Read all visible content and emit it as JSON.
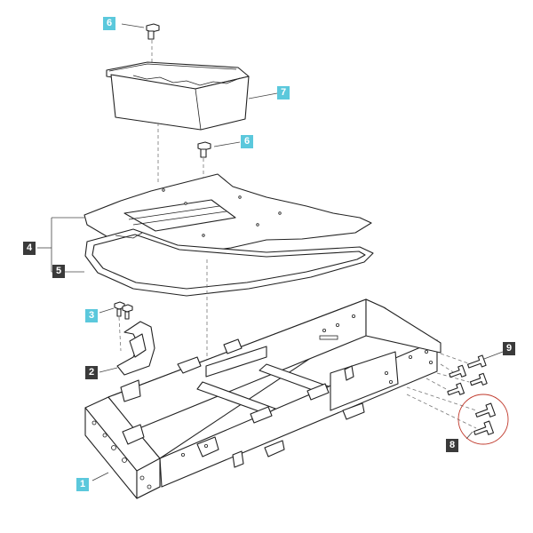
{
  "callouts": {
    "c1": "1",
    "c2": "2",
    "c3": "3",
    "c4": "4",
    "c5": "5",
    "c6a": "6",
    "c6b": "6",
    "c7": "7",
    "c8": "8",
    "c9": "9"
  },
  "colors": {
    "callout_highlight": "#5bc8dc",
    "callout_dark": "#3a3a3a",
    "detail_circle": "#c0392b"
  }
}
